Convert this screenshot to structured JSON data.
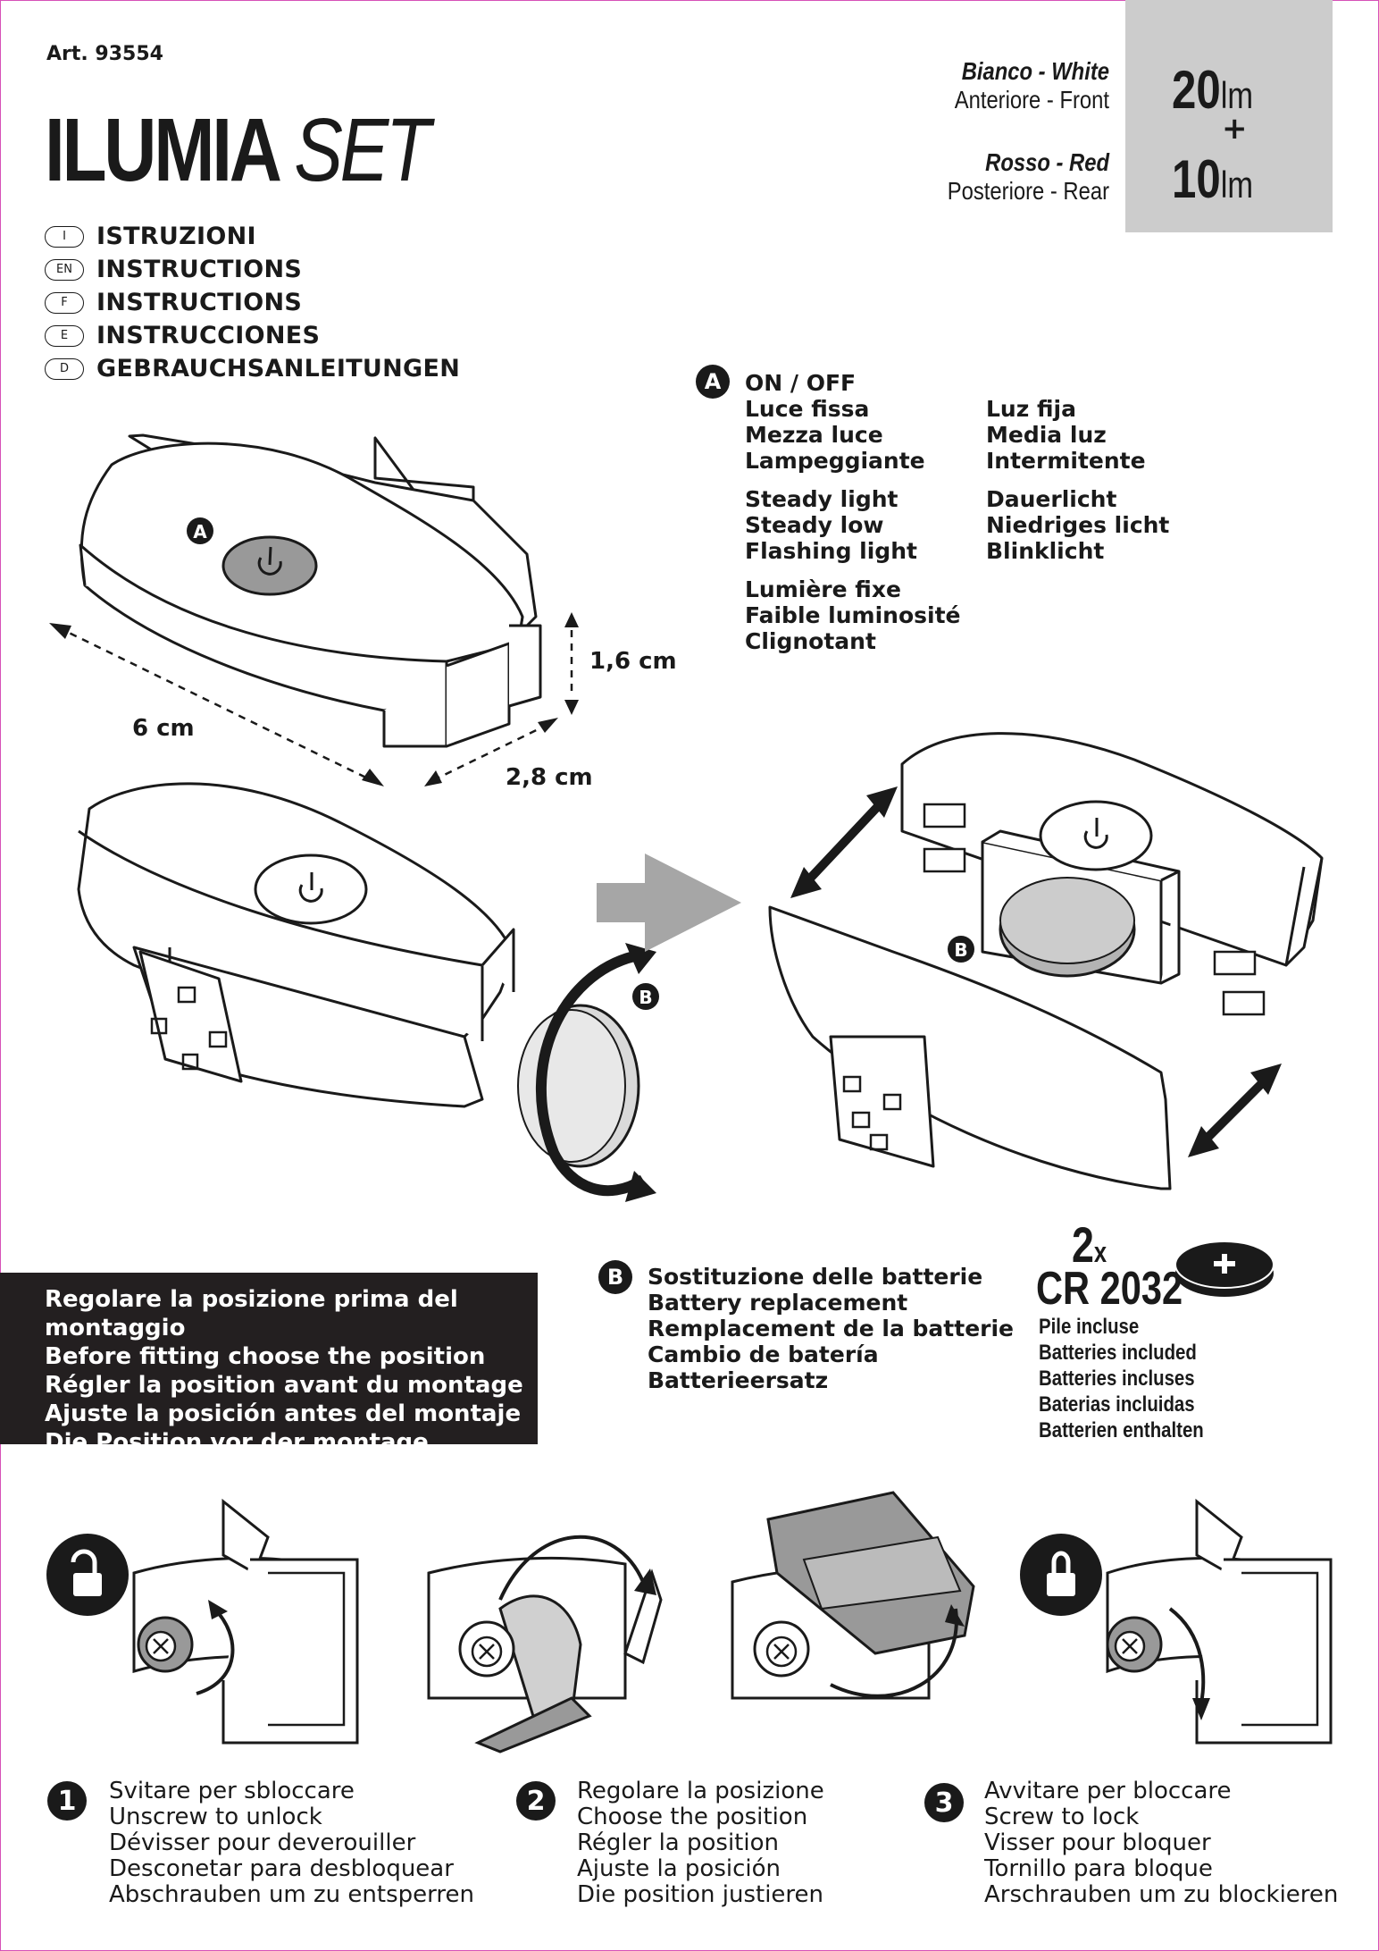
{
  "header": {
    "article": "Art. 93554",
    "title_main": "ILUMIA",
    "title_italic": "SET"
  },
  "languages": [
    {
      "code": "I",
      "label": "ISTRUZIONI"
    },
    {
      "code": "EN",
      "label": "INSTRUCTIONS"
    },
    {
      "code": "F",
      "label": "INSTRUCTIONS"
    },
    {
      "code": "E",
      "label": "INSTRUCCIONES"
    },
    {
      "code": "D",
      "label": "GEBRAUCHSANLEITUNGEN"
    }
  ],
  "lumens": {
    "front_color": "Bianco - White",
    "front_pos": "Anteriore - Front",
    "rear_color": "Rosso - Red",
    "rear_pos": "Posteriore - Rear",
    "front_value": "20",
    "rear_value": "10",
    "unit": "lm",
    "plus": "+"
  },
  "section_a": {
    "marker": "A",
    "heading": "ON / OFF",
    "col1": [
      [
        "Luce fissa",
        "Mezza luce",
        "Lampeggiante"
      ],
      [
        "Steady light",
        "Steady low",
        "Flashing light"
      ],
      [
        "Lumière fixe",
        "Faible luminosité",
        "Clignotant"
      ]
    ],
    "col2": [
      [
        "Luz fija",
        "Media luz",
        "Intermitente"
      ],
      [
        "Dauerlicht",
        "Niedriges licht",
        "Blinklicht"
      ]
    ]
  },
  "dimensions": {
    "length": "6 cm",
    "height": "1,6 cm",
    "depth": "2,8 cm"
  },
  "diagram_labels": {
    "a": "A",
    "b1": "B",
    "b2": "B"
  },
  "position_box": [
    "Regolare la posizione prima del montaggio",
    "Before fitting choose the position",
    "Régler la position avant du montage",
    "Ajuste la posición antes del montaje",
    "Die Position vor der montage justieren"
  ],
  "section_b": {
    "marker": "B",
    "lines": [
      "Sostituzione delle batterie",
      "Battery replacement",
      "Remplacement de la batterie",
      "Cambio de batería",
      "Batterieersatz"
    ]
  },
  "battery": {
    "count": "2",
    "x": "x",
    "model": "CR 2032",
    "included": [
      "Pile incluse",
      "Batteries included",
      "Batteries incluses",
      "Baterias incluidas",
      "Batterien enthalten"
    ]
  },
  "steps": [
    {
      "num": "1",
      "lines": [
        "Svitare per sbloccare",
        "Unscrew to unlock",
        "Dévisser pour deverouiller",
        "Desconetar para desbloquear",
        "Abschrauben um zu entsperren"
      ]
    },
    {
      "num": "2",
      "lines": [
        "Regolare la posizione",
        "Choose the position",
        "Régler la position",
        "Ajuste la posición",
        "Die position justieren"
      ]
    },
    {
      "num": "3",
      "lines": [
        "Avvitare per bloccare",
        "Screw to lock",
        "Visser pour bloquer",
        "Tornillo para bloque",
        "Arschrauben um zu blockieren"
      ]
    }
  ],
  "colors": {
    "ink": "#1a1a1a",
    "grey_fill": "#cccccc",
    "button_grey": "#999999",
    "arrow_grey": "#a6a6a6",
    "frame": "#d651b8"
  }
}
